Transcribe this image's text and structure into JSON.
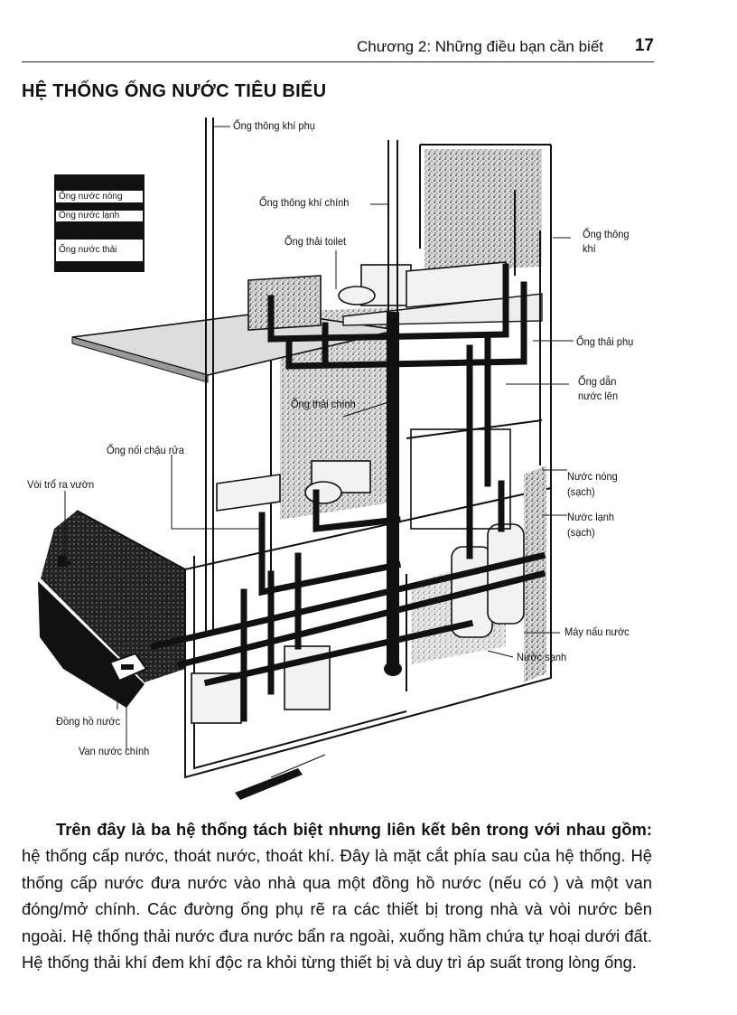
{
  "header": {
    "running_title": "Chương 2: Những điều bạn cần biết",
    "page_number": "17"
  },
  "section_title": "HỆ THỐNG ỐNG NƯỚC TIÊU BIỂU",
  "legend": {
    "hot": "Ống nước nóng",
    "cold": "Ống nước lạnh",
    "waste": "Ống nước thải"
  },
  "labels": {
    "aux_vent": "Ống thông khí phụ",
    "main_vent": "Ống thông khí chính",
    "toilet_drain": "Ống thải toilet",
    "vent_right_1": "Ống thông",
    "vent_right_2": "khí",
    "aux_drain": "Ống thải phụ",
    "supply_1": "Ống dẫn",
    "supply_2": "nước lên",
    "main_drain": "Ống thải chính",
    "sink_connector": "Ống nối chậu rửa",
    "garden_tap": "Vòi trổ ra vườn",
    "hot_clean_1": "Nước nóng",
    "hot_clean_2": "(sạch)",
    "cold_clean_1": "Nước lạnh",
    "cold_clean_2": "(sạch)",
    "heater": "Máy nấu nước",
    "clean_water": "Nước sạnh",
    "meter": "Đồng hồ nước",
    "main_valve": "Van nước chính"
  },
  "body": {
    "lead_bold": "Trên đây là ba hệ thống tách biệt nhưng liên kết bên trong với nhau gồm:",
    "text": " hệ thống cấp nước, thoát nước, thoát khí. Đây là mặt cắt phía sau của hệ thống. Hệ thống cấp nước đưa nước vào nhà qua một đồng hồ nước (nếu có ) và một van đóng/mở chính. Các đường ống phụ rẽ ra các thiết bị trong nhà và vòi nước bên ngoài. Hệ thống thải nước đưa nước bẩn ra ngoài, xuống hầm chứa tự hoại dưới đất. Hệ thống thải khí đem khí độc ra khỏi từng thiết bị và duy trì áp suất trong lòng ống."
  }
}
